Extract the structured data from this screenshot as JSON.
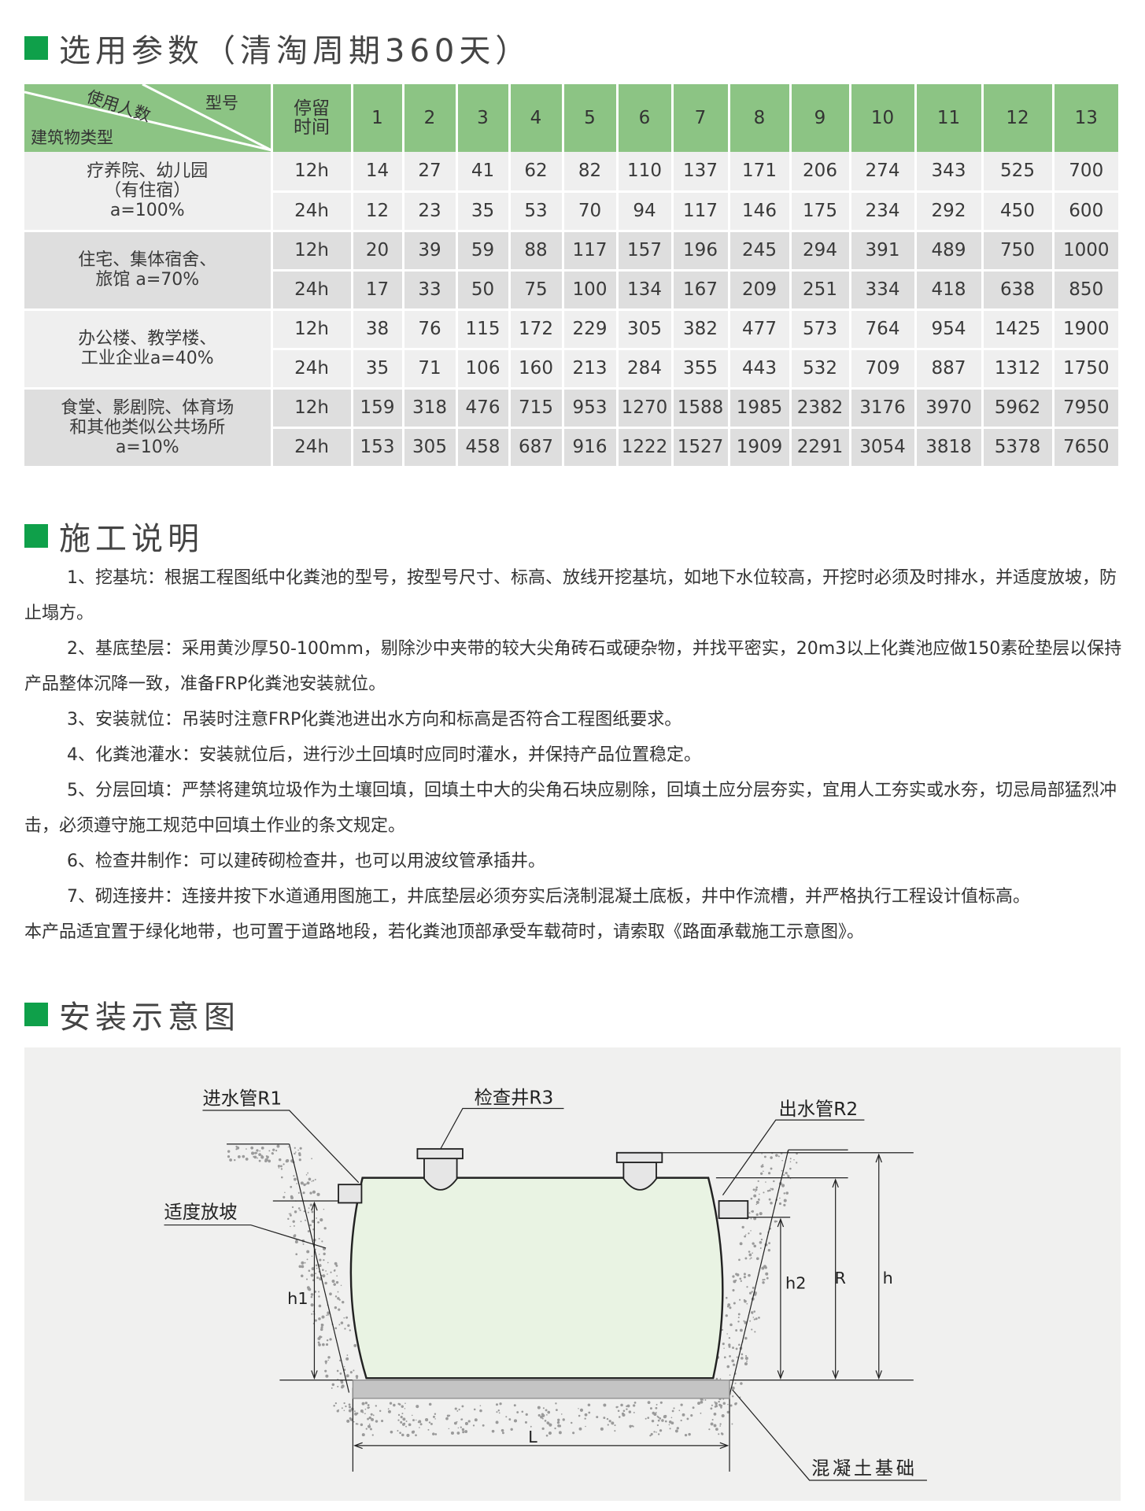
{
  "section1": {
    "title": "选用参数（清淘周期360天）"
  },
  "table": {
    "header_corner": {
      "people": "使用人数",
      "model": "型号",
      "building": "建筑物类型"
    },
    "stay_header": "停留时间",
    "models": [
      "1",
      "2",
      "3",
      "4",
      "5",
      "6",
      "7",
      "8",
      "9",
      "10",
      "11",
      "12",
      "13"
    ],
    "groups": [
      {
        "category": [
          "疗养院、幼儿园",
          "（有住宿）",
          "a=100%"
        ],
        "rows": [
          {
            "time": "12h",
            "values": [
              "14",
              "27",
              "41",
              "62",
              "82",
              "110",
              "137",
              "171",
              "206",
              "274",
              "343",
              "525",
              "700"
            ]
          },
          {
            "time": "24h",
            "values": [
              "12",
              "23",
              "35",
              "53",
              "70",
              "94",
              "117",
              "146",
              "175",
              "234",
              "292",
              "450",
              "600"
            ]
          }
        ]
      },
      {
        "category": [
          "住宅、集体宿舍、",
          "旅馆 a=70%"
        ],
        "rows": [
          {
            "time": "12h",
            "values": [
              "20",
              "39",
              "59",
              "88",
              "117",
              "157",
              "196",
              "245",
              "294",
              "391",
              "489",
              "750",
              "1000"
            ]
          },
          {
            "time": "24h",
            "values": [
              "17",
              "33",
              "50",
              "75",
              "100",
              "134",
              "167",
              "209",
              "251",
              "334",
              "418",
              "638",
              "850"
            ]
          }
        ]
      },
      {
        "category": [
          "办公楼、教学楼、",
          "工业企业a=40%"
        ],
        "rows": [
          {
            "time": "12h",
            "values": [
              "38",
              "76",
              "115",
              "172",
              "229",
              "305",
              "382",
              "477",
              "573",
              "764",
              "954",
              "1425",
              "1900"
            ]
          },
          {
            "time": "24h",
            "values": [
              "35",
              "71",
              "106",
              "160",
              "213",
              "284",
              "355",
              "443",
              "532",
              "709",
              "887",
              "1312",
              "1750"
            ]
          }
        ]
      },
      {
        "category": [
          "食堂、影剧院、体育场",
          "和其他类似公共场所",
          "a=10%"
        ],
        "rows": [
          {
            "time": "12h",
            "values": [
              "159",
              "318",
              "476",
              "715",
              "953",
              "1270",
              "1588",
              "1985",
              "2382",
              "3176",
              "3970",
              "5962",
              "7950"
            ]
          },
          {
            "time": "24h",
            "values": [
              "153",
              "305",
              "458",
              "687",
              "916",
              "1222",
              "1527",
              "1909",
              "2291",
              "3054",
              "3818",
              "5378",
              "7650"
            ]
          }
        ]
      }
    ]
  },
  "section2": {
    "title": "施工说明",
    "paragraphs": [
      "1、挖基坑：根据工程图纸中化粪池的型号，按型号尺寸、标高、放线开挖基坑，如地下水位较高，开挖时必须及时排水，并适度放坡，防止塌方。",
      "2、基底垫层：采用黄沙厚50-100mm，剔除沙中夹带的较大尖角砖石或硬杂物，并找平密实，20m3以上化粪池应做150素砼垫层以保持产品整体沉降一致，准备FRP化粪池安装就位。",
      "3、安装就位：吊装时注意FRP化粪池进出水方向和标高是否符合工程图纸要求。",
      "4、化粪池灌水：安装就位后，进行沙土回填时应同时灌水，并保持产品位置稳定。",
      "5、分层回填：严禁将建筑垃圾作为土壤回填，回填土中大的尖角石块应剔除，回填土应分层夯实，宜用人工夯实或水夯，切忌局部猛烈冲击，必须遵守施工规范中回填土作业的条文规定。",
      "6、检查井制作：可以建砖砌检查井，也可以用波纹管承插井。",
      "7、砌连接井：连接井按下水道通用图施工，井底垫层必须夯实后浇制混凝土底板，井中作流槽，并严格执行工程设计值标高。"
    ],
    "closing": "本产品适宜置于绿化地带，也可置于道路地段，若化粪池顶部承受车载荷时，请索取《路面承载施工示意图》。"
  },
  "section3": {
    "title": "安装示意图",
    "labels": {
      "inlet": "进水管R1",
      "manhole": "检查井R3",
      "outlet": "出水管R2",
      "slope": "适度放坡",
      "foundation": "混凝土基础",
      "h1": "h1",
      "h2": "h2",
      "R": "R",
      "h": "h",
      "L": "L"
    }
  },
  "colors": {
    "accent": "#0fa04a",
    "header_green": "#8cc484",
    "tank_fill": "#e9f3e3"
  }
}
